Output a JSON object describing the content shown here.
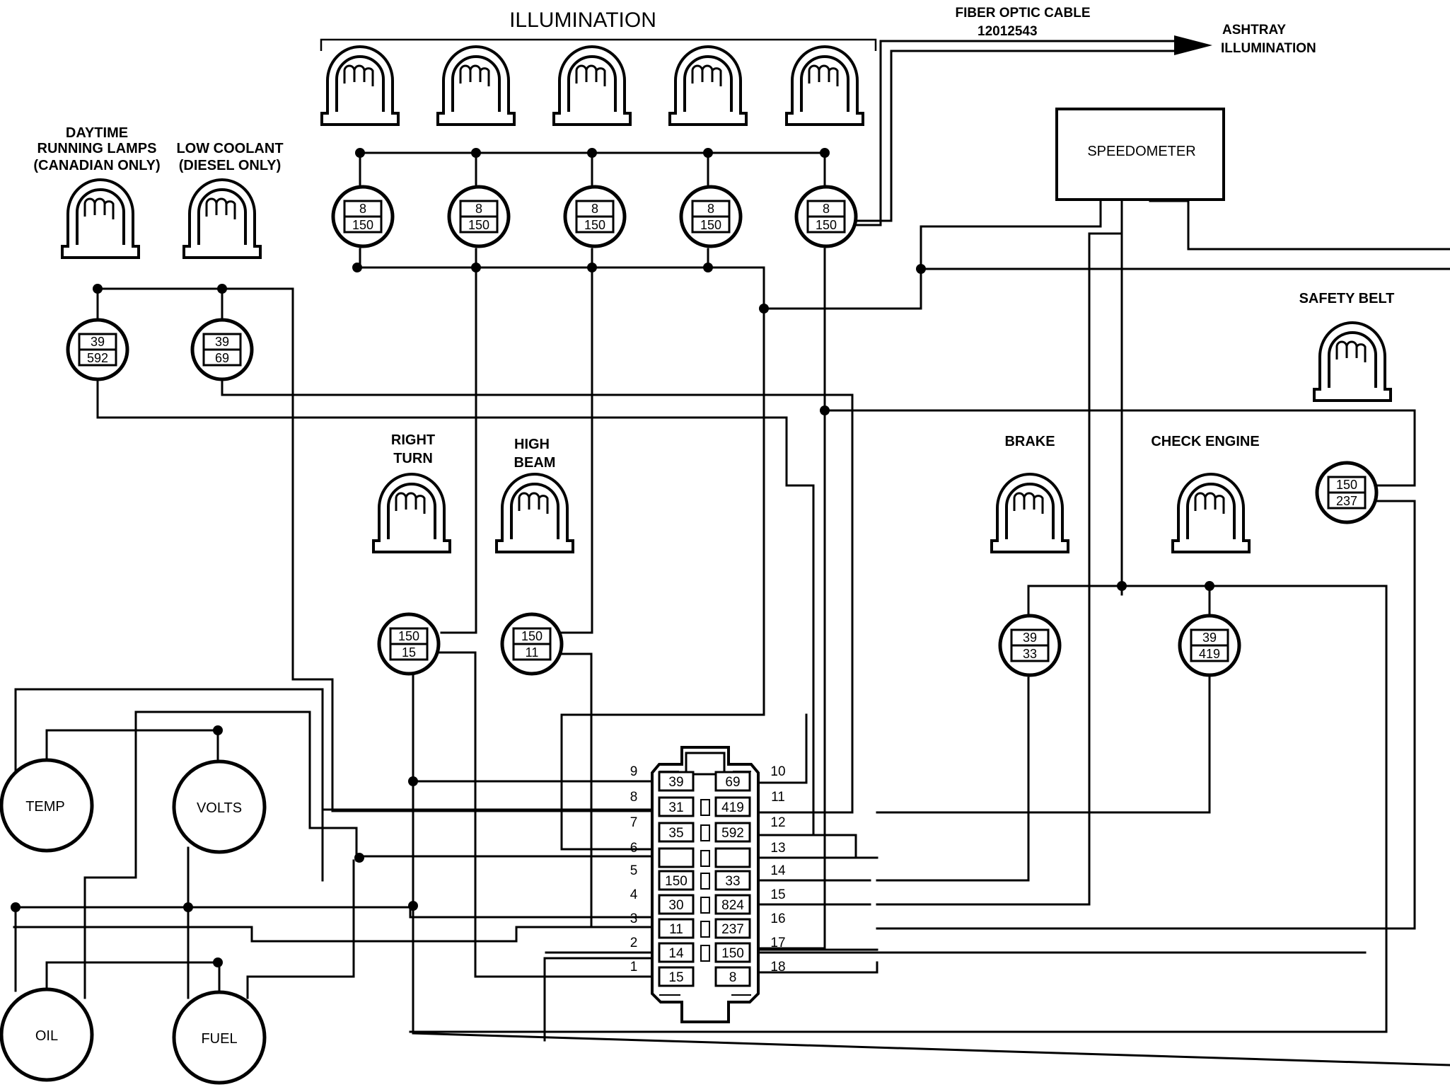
{
  "illumination_title": "ILLUMINATION",
  "fiber_optic": {
    "line1": "FIBER OPTIC CABLE",
    "line2": "12012543"
  },
  "ashtray": {
    "line1": "ASHTRAY",
    "line2": "ILLUMINATION"
  },
  "speedometer": "SPEEDOMETER",
  "drl": {
    "line1": "DAYTIME",
    "line2": "RUNNING LAMPS",
    "line3": "(CANADIAN ONLY)"
  },
  "low_coolant": {
    "line1": "LOW COOLANT",
    "line2": "(DIESEL ONLY)"
  },
  "safety_belt": "SAFETY BELT",
  "right_turn": {
    "line1": "RIGHT",
    "line2": "TURN"
  },
  "high_beam": {
    "line1": "HIGH",
    "line2": "BEAM"
  },
  "brake": "BRAKE",
  "check_engine": "CHECK ENGINE",
  "gauges": {
    "temp": "TEMP",
    "volts": "VOLTS",
    "oil": "OIL",
    "fuel": "FUEL"
  },
  "illum_sockets": [
    {
      "top": "8",
      "bottom": "150"
    },
    {
      "top": "8",
      "bottom": "150"
    },
    {
      "top": "8",
      "bottom": "150"
    },
    {
      "top": "8",
      "bottom": "150"
    },
    {
      "top": "8",
      "bottom": "150"
    }
  ],
  "drl_socket": {
    "top": "39",
    "bottom": "592"
  },
  "coolant_socket": {
    "top": "39",
    "bottom": "69"
  },
  "right_turn_socket": {
    "top": "150",
    "bottom": "15"
  },
  "high_beam_socket": {
    "top": "150",
    "bottom": "11"
  },
  "brake_socket": {
    "top": "39",
    "bottom": "33"
  },
  "check_engine_socket": {
    "top": "39",
    "bottom": "419"
  },
  "safety_belt_socket": {
    "top": "150",
    "bottom": "237"
  },
  "connector": {
    "left_pin_numbers": [
      "9",
      "8",
      "7",
      "6",
      "5",
      "4",
      "3",
      "2",
      "1"
    ],
    "left_circuits": [
      "39",
      "31",
      "35",
      "",
      "150",
      "30",
      "11",
      "14",
      "15"
    ],
    "right_pin_numbers": [
      "10",
      "11",
      "12",
      "13",
      "14",
      "15",
      "16",
      "17",
      "18"
    ],
    "right_circuits": [
      "69",
      "419",
      "592",
      "",
      "33",
      "824",
      "237",
      "150",
      "8"
    ]
  }
}
